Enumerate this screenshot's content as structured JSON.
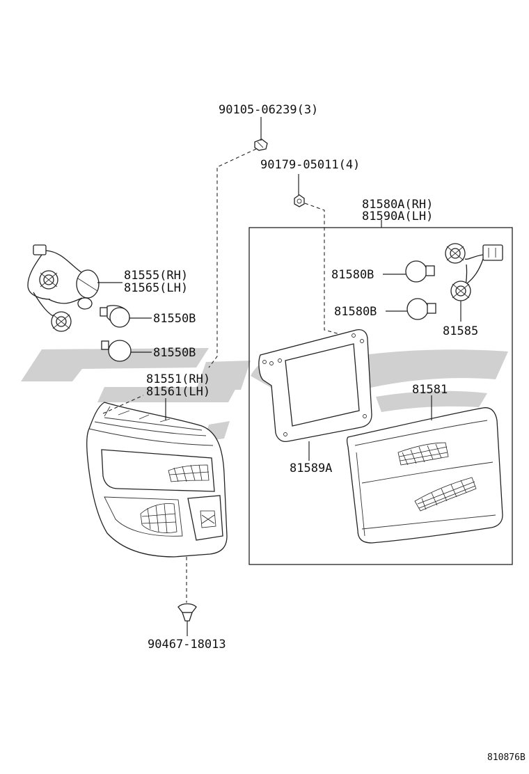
{
  "labels": {
    "screw_top": "90105-06239(3)",
    "nut": "90179-05011(4)",
    "inner_lamp_assy_rh": "81580A(RH)",
    "inner_lamp_assy_lh": "81590A(LH)",
    "socket_wire_rh": "81555(RH)",
    "socket_wire_lh": "81565(LH)",
    "bulb_outer_1": "81550B",
    "bulb_outer_2": "81550B",
    "bulb_inner_1": "81580B",
    "bulb_inner_2": "81580B",
    "inner_socket_wire": "81585",
    "lens_rh": "81551(RH)",
    "lens_lh": "81561(LH)",
    "inner_lens": "81581",
    "gasket": "81589A",
    "clip_bottom": "90467-18013",
    "diagram_code": "810876B"
  },
  "colors": {
    "line": "#222222",
    "watermark": "#c8c8c8",
    "background": "#ffffff"
  },
  "icons": {
    "watermark": "arabic-logo-watermark"
  }
}
